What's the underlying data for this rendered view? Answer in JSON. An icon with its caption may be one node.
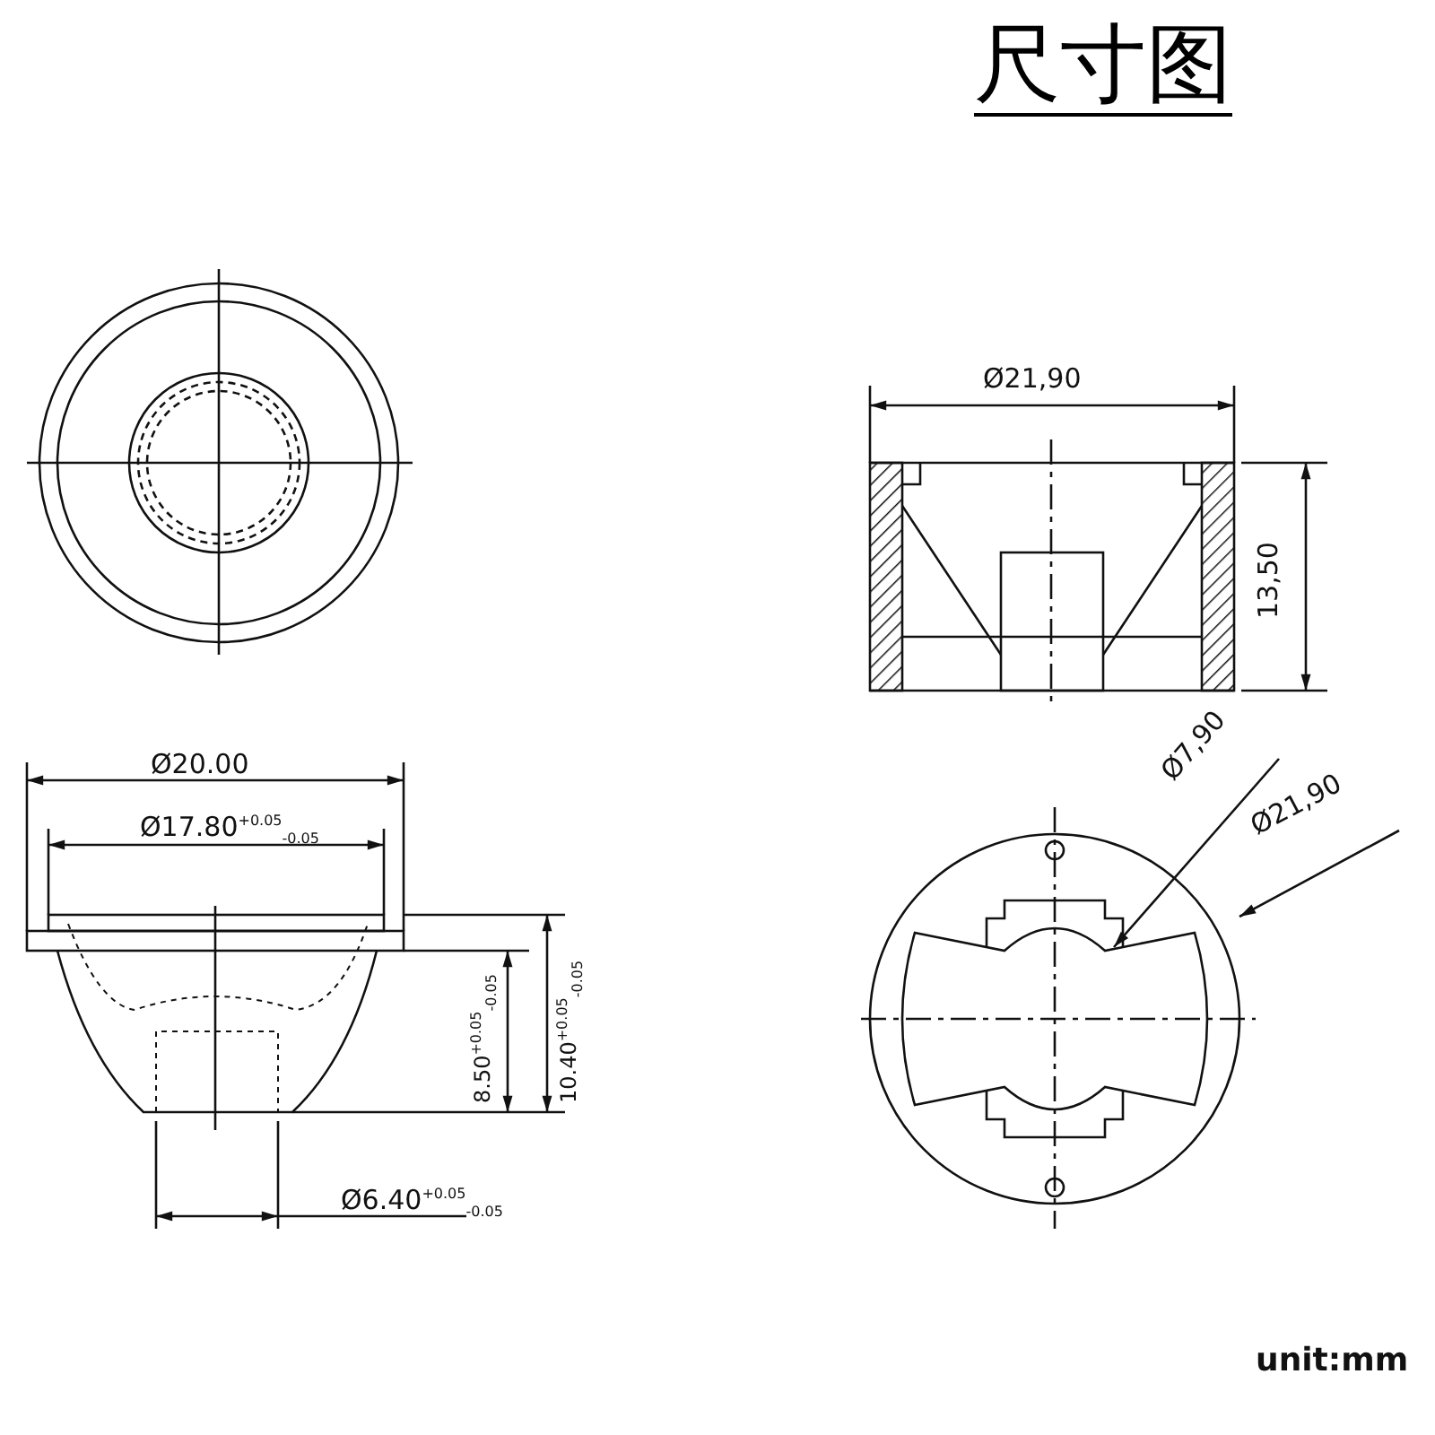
{
  "diagram": {
    "title": "尺寸图",
    "labels": [
      "Ø21,90",
      "13,50",
      "Ø20.00",
      "Ø17.80$^{+0.05}$$_{-0.05}$",
      "8.50$^{+0.05}$$_{-0.05}$",
      "10.40$^{+0.05}$$_{-0.05}$",
      "Ø7,90",
      "Ø21,90",
      "Ø6.40$^{+0.05}$$_{-0.05}$",
      "unit:mm"
    ]
  }
}
